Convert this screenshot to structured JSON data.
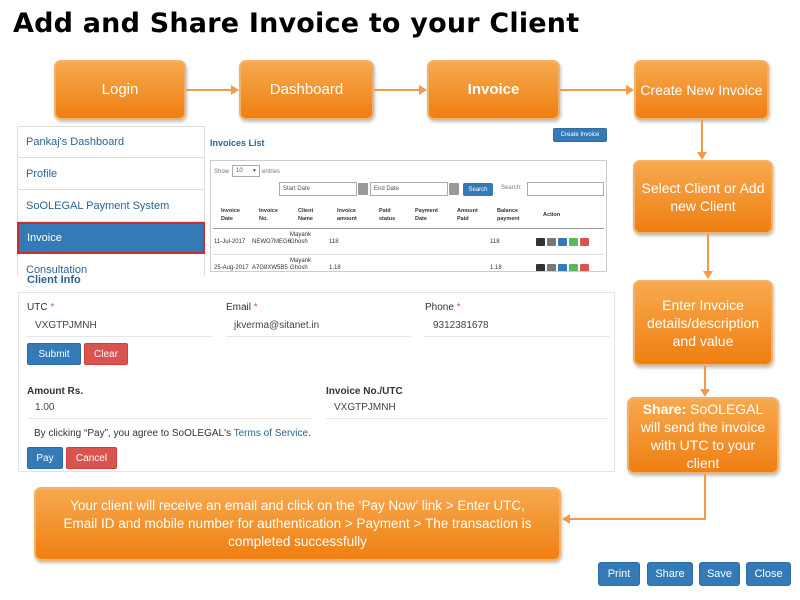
{
  "title": "Add and Share Invoice to your Client",
  "flow": {
    "login": "Login",
    "dashboard": "Dashboard",
    "invoice": "Invoice",
    "create": "Create New Invoice",
    "select_client": "Select Client or Add new Client",
    "enter_details": "Enter Invoice details/description and value",
    "share_bold": "Share:",
    "share_rest": " SoOLEGAL will send the invoice with UTC to your client",
    "client_email": "Your client will receive an email and click on the ‘Pay Now’ link > Enter UTC, Email  ID and mobile number for authentication >  Payment > The transaction is completed successfully"
  },
  "sidebar": {
    "items": [
      "Pankaj's Dashboard",
      "Profile",
      "SoOLEGAL Payment System",
      "Invoice",
      "Consultation"
    ]
  },
  "invoices": {
    "title": "Invoices List",
    "create_label": "Create Invoice",
    "show": "Show",
    "entries_count": "10",
    "entries": "entries",
    "start_date": "Start Date",
    "end_date": "End Date",
    "search_btn": "Search",
    "search_label": "Search:",
    "columns": [
      "Invoice Date",
      "Invoice No.",
      "Client Name",
      "Invoice amount",
      "Paid status",
      "Payment Date",
      "Amount Paid",
      "Balance payment",
      "Action"
    ],
    "rows": [
      {
        "date": "11-Jul-2017",
        "no": "NEWO7MEG6",
        "client": "Mayank Ghosh",
        "amount": "118",
        "balance": "118"
      },
      {
        "date": "25-Aug-2017",
        "no": "A7G8XW5B5",
        "client": "Mayank Ghosh",
        "amount": "1.18",
        "balance": "1.18"
      }
    ]
  },
  "client_info": {
    "title": "Client Info",
    "utc_label": "UTC",
    "utc_value": "VXGTPJMNH",
    "email_label": "Email",
    "email_value": "jkverma@sitanet.in",
    "phone_label": "Phone",
    "phone_value": "9312381678",
    "required": "*",
    "submit": "Submit",
    "clear": "Clear",
    "amount_label": "Amount Rs.",
    "amount_value": "1.00",
    "invoice_no_label": "Invoice No./UTC",
    "invoice_no_value": "VXGTPJMNH",
    "terms_prefix": "By clicking “Pay”, you agree to SoOLEGAL's ",
    "terms_link": "Terms of Service",
    "terms_suffix": ".",
    "pay": "Pay",
    "cancel": "Cancel"
  },
  "bottom_buttons": {
    "print": "Print",
    "share": "Share",
    "save": "Save",
    "close": "Close"
  },
  "colors": {
    "flow_orange": "#ef7f12",
    "primary_blue": "#337ab7",
    "danger_red": "#d9534f"
  }
}
